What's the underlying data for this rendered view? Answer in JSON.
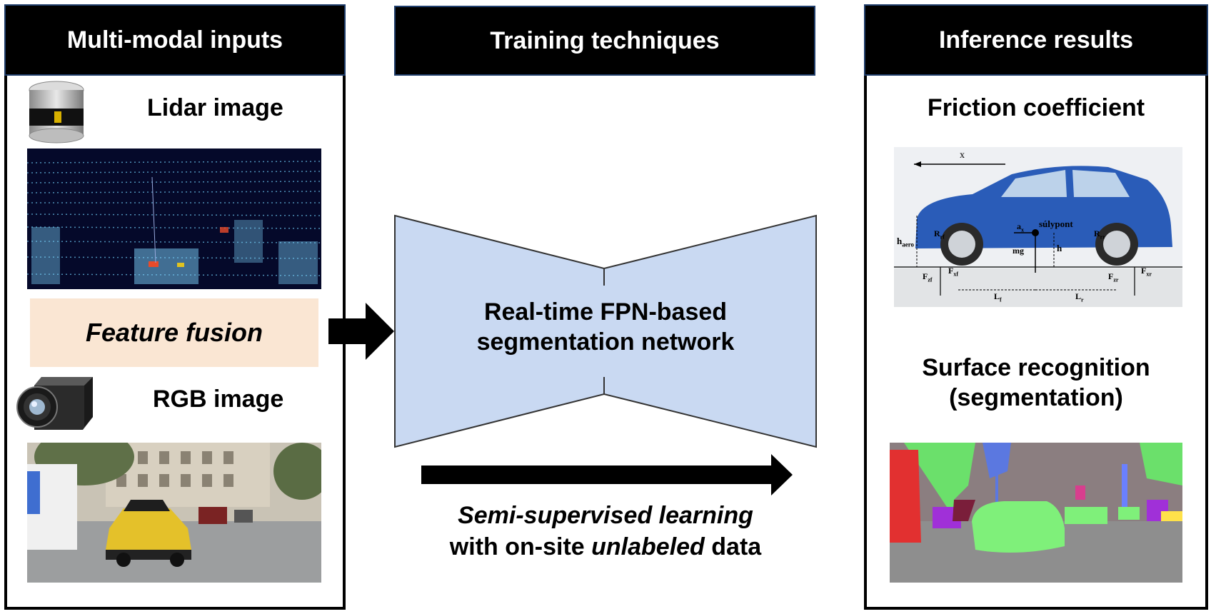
{
  "left_panel": {
    "header": "Multi-modal inputs",
    "lidar_label": "Lidar image",
    "fusion_label": "Feature fusion",
    "rgb_label": "RGB image"
  },
  "middle_panel": {
    "header": "Training techniques",
    "network_line1": "Real-time FPN-based",
    "network_line2": "segmentation network",
    "ssl_italic": "Semi-supervised learning",
    "ssl_line2_a": "with on-site ",
    "ssl_line2_b": "unlabeled",
    "ssl_line2_c": " data"
  },
  "right_panel": {
    "header": "Inference results",
    "friction_label": "Friction coefficient",
    "surface_line1": "Surface recognition",
    "surface_line2": "(segmentation)",
    "car_labels": {
      "x": "x",
      "sulypont": "súlypont",
      "h_aero": "h",
      "h_aero_sub": "aero",
      "h": "h",
      "mg": "mg",
      "ax": "a",
      "ax_sub": "x",
      "rf": "R",
      "rf_sub": "rf",
      "rr": "R",
      "rr_sub": "rr",
      "fzf": "F",
      "fzf_sub": "zf",
      "fxf": "F",
      "fxf_sub": "xf",
      "fzr": "F",
      "fzr_sub": "zr",
      "fxr": "F",
      "fxr_sub": "xr",
      "lf": "L",
      "lf_sub": "f",
      "lr": "L",
      "lr_sub": "r"
    }
  },
  "colors": {
    "header_bg": "#000000",
    "fusion_bg": "#fae6d3",
    "network_fill": "#c9d9f2",
    "lidar_bg": "#05092a",
    "car_blue": "#2a5cb8"
  },
  "icons": [
    "lidar-sensor-icon",
    "camera-icon",
    "arrow-right-icon",
    "arrow-long-right-icon"
  ]
}
